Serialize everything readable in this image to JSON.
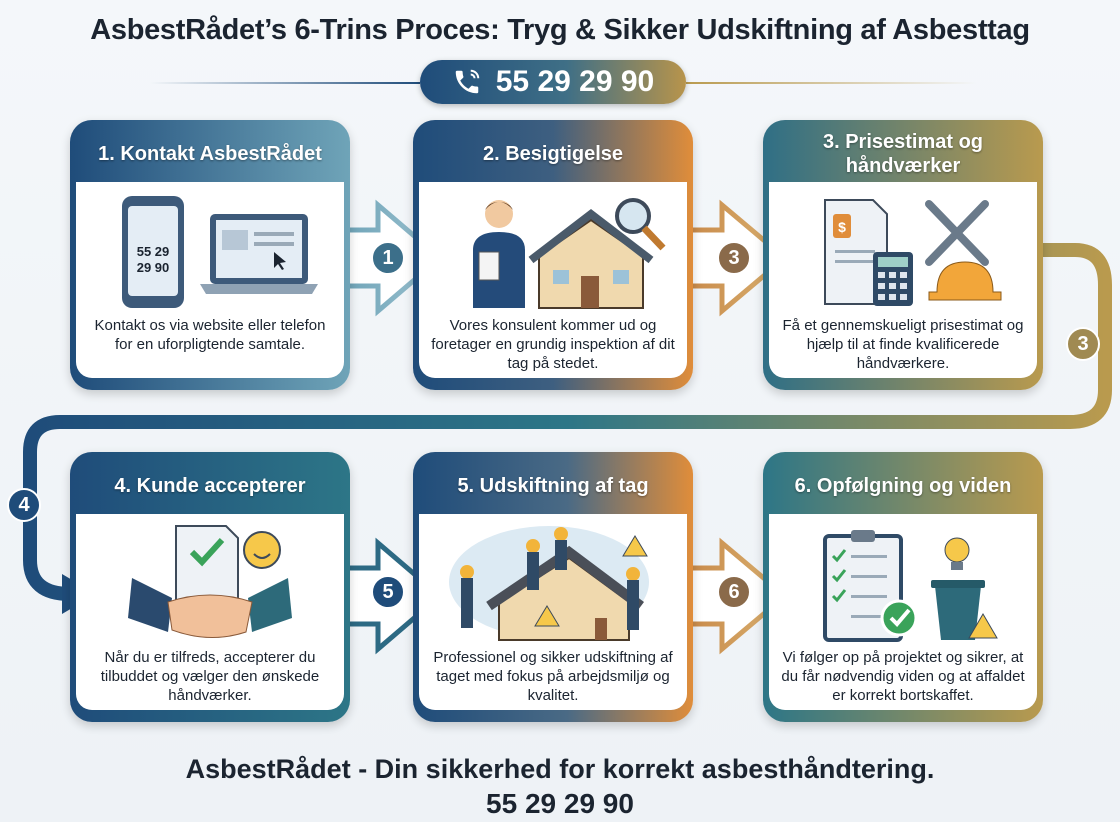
{
  "title": "AsbestRådet’s 6-Trins Proces: Tryg & Sikker Udskiftning af Asbesttag",
  "phone": {
    "icon": "phone-icon",
    "number": "55 29 29 90"
  },
  "steps": [
    {
      "title": "1. Kontakt AsbestRådet",
      "description": "Kontakt os via website eller telefon for en uforpligtende samtale.",
      "illustration": "phone-and-laptop",
      "phone_screen_1": "55 29",
      "phone_screen_2": "29 90"
    },
    {
      "title": "2. Besigtigelse",
      "description": "Vores konsulent kommer ud og foretager en grundig inspektion af dit tag på stedet.",
      "illustration": "consultant-house-magnifier"
    },
    {
      "title": "3. Prisestimat og håndværker",
      "description": "Få et gennemskueligt prisestimat og hjælp til at finde kvalificerede håndværkere.",
      "illustration": "invoice-calculator-tools",
      "price_symbol": "$"
    },
    {
      "title": "4. Kunde accepterer",
      "description": "Når du er tilfreds, accepterer du tilbuddet og vælger den ønskede håndværker.",
      "illustration": "handshake-contract"
    },
    {
      "title": "5. Udskiftning af tag",
      "description": "Professionel og sikker udskiftning af taget med fokus på arbejdsmiljø og kvalitet.",
      "illustration": "workers-on-roof"
    },
    {
      "title": "6. Opfølgning og viden",
      "description": "Vi følger op på projektet og sikrer, at du får nødvendig viden og at affaldet er korrekt bortskaffet.",
      "illustration": "checklist-bulb-recycle"
    }
  ],
  "connectors": [
    "1",
    "3",
    "3",
    "4",
    "5",
    "6"
  ],
  "footer": {
    "tagline": "AsbestRådet - Din sikkerhed for korrekt asbesthåndtering.",
    "phone": "55 29 29 90"
  },
  "colors": {
    "navy": "#1f4c7a",
    "teal": "#2d7687",
    "orange": "#e08d3a",
    "gold": "#b99a4e"
  }
}
